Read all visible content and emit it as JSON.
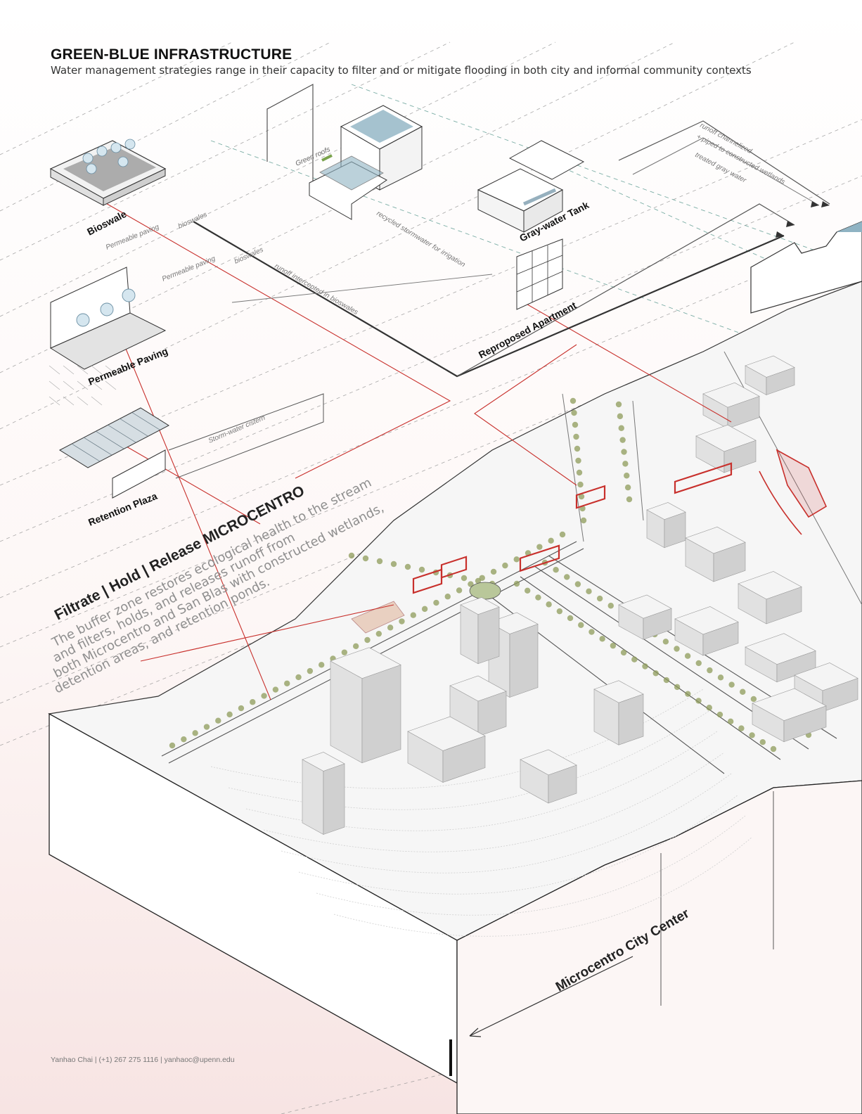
{
  "title": "GREEN-BLUE INFRASTRUCTURE",
  "subtitle": "Water management strategies range in their capacity to filter and or mitigate flooding in both city and informal community contexts",
  "strategies": [
    {
      "key": "bioswale",
      "label": "Bioswale"
    },
    {
      "key": "permeable-paving",
      "label": "Permeable Paving"
    },
    {
      "key": "retention-plaza",
      "label": "Retention Plaza"
    },
    {
      "key": "green-roofs",
      "label": "Green roofs"
    },
    {
      "key": "gray-water-tank",
      "label": "Gray-water Tank"
    },
    {
      "key": "reproposed-apartment",
      "label": "Reproposed Apartment"
    }
  ],
  "annotations": {
    "permeable_paving_1": "Permeable paving",
    "bioswales_1": "bioswales",
    "permeable_paving_2": "Permeable paving",
    "bioswales_2": "bioswales",
    "recycled_stormwater": "recycled stormwater for irrigation",
    "runoff_intercepted": "runoff intercepted in bioswales",
    "storm_water_cistern": "Storm-water cistern",
    "runoff_channelized": "runoff channelized",
    "piped_to_wetlands": "+ piped to constructed wetlands",
    "treated_gray_water": "treated gray water"
  },
  "sidebar": {
    "heading": "Filtrate | Hold | Release MICROCENTRO",
    "lines": [
      "The buffer zone restores ecological health to the stream",
      "and filters, holds, and releases runoff from",
      "both Microcentro and San Blas with constructed wetlands,",
      "detention areas, and retention ponds."
    ]
  },
  "district_label": "Microcentro City Center",
  "footer": "Yanhao Chai | (+1) 267 275 1116 | yanhaoc@upenn.edu",
  "colors": {
    "red_accent": "#c8302c",
    "teal_dashed": "#5b9a90",
    "gray_dashed": "#8c8c8c",
    "tree_green": "#8e9b5a",
    "water_blue": "#8fb3c3",
    "building_gray": "#e6e6e6"
  }
}
